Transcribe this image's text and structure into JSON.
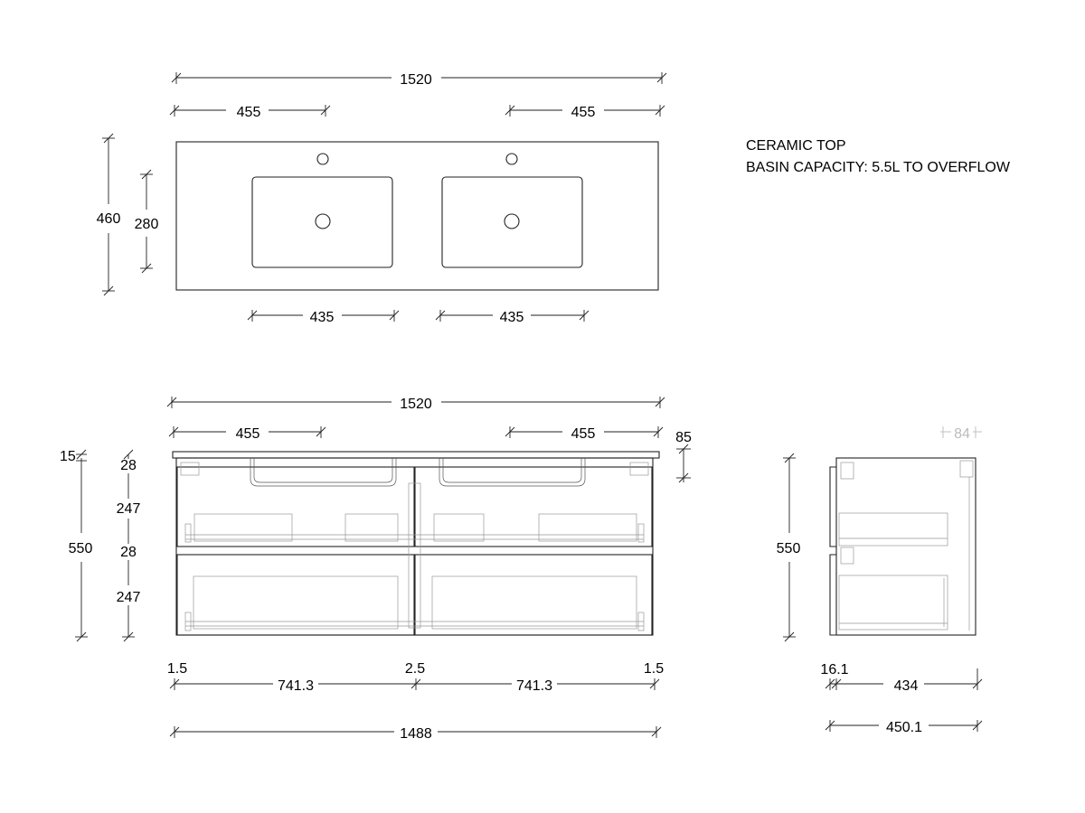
{
  "notes": {
    "line1": "CERAMIC TOP",
    "line2": "BASIN CAPACITY: 5.5L TO OVERFLOW"
  },
  "top_view": {
    "overall_width": "1520",
    "left_offset": "455",
    "right_offset": "455",
    "depth": "460",
    "basin_depth": "280",
    "left_basin_width": "435",
    "right_basin_width": "435"
  },
  "front_view": {
    "overall_width": "1520",
    "left_offset": "455",
    "right_offset": "455",
    "top_thickness": "85",
    "top_lip": "15",
    "overall_height": "550",
    "gap_top": "28",
    "drawer_top_height": "247",
    "gap_mid": "28",
    "drawer_bottom_height": "247",
    "edge_left": "1.5",
    "center_gap": "2.5",
    "edge_right": "1.5",
    "left_drawer_width": "741.3",
    "right_drawer_width": "741.3",
    "cabinet_width": "1488"
  },
  "side_view": {
    "top_offset": "84",
    "height": "550",
    "front_thickness": "16.1",
    "body_depth": "434",
    "overall_depth": "450.1"
  }
}
